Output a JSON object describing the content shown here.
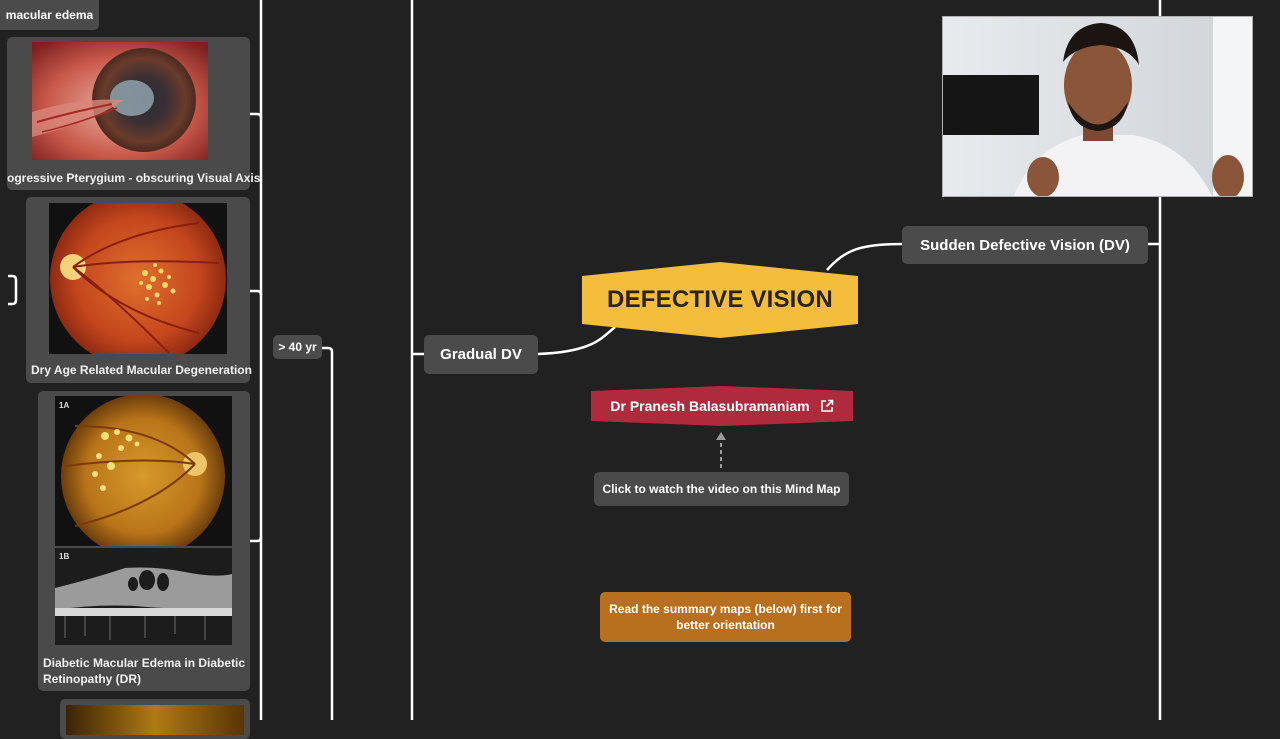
{
  "nodes": {
    "top_left_label": "macular edema",
    "center_title": "DEFECTIVE VISION",
    "sudden": "Sudden Defective Vision (DV)",
    "gradual": "Gradual DV",
    "age": "> 40 yr",
    "author": "Dr Pranesh Balasubramaniam",
    "video_hint": "Click to watch the video on this Mind Map",
    "summary_note": "Read the summary maps (below) first for better orientation"
  },
  "cards": [
    {
      "caption": "ogressive Pterygium - obscuring Visual Axis"
    },
    {
      "caption": "Dry Age Related Macular Degeneration"
    },
    {
      "caption_line1": "Diabetic Macular Edema in Diabetic",
      "caption_line2": "Retinopathy (DR)",
      "inset_a": "1A",
      "inset_b": "1B"
    }
  ],
  "icons": [
    "external-link-icon"
  ],
  "colors": {
    "background": "#212121",
    "node": "#4b4b4b",
    "center": "#f4bd3c",
    "author": "#b02a3e",
    "note": "#b8701f",
    "lines": "#ffffff"
  }
}
